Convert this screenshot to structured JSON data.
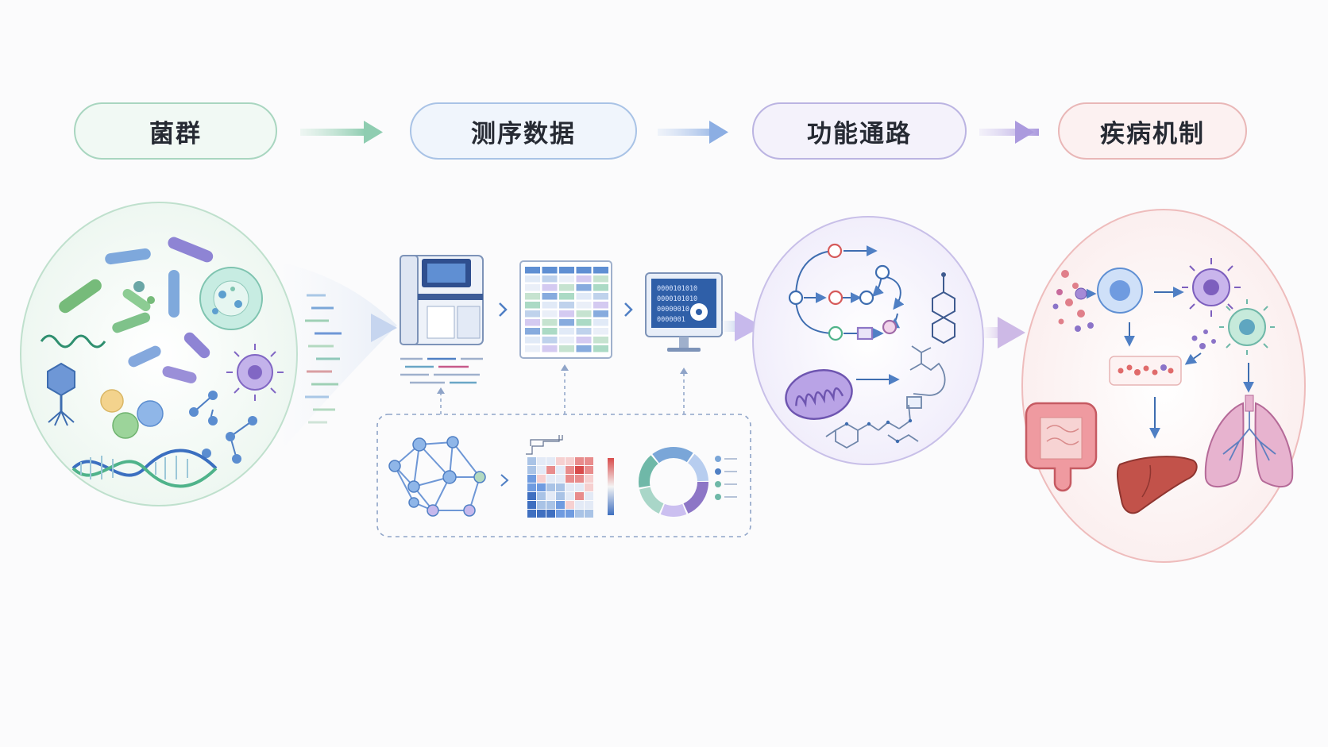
{
  "flow": {
    "stages": [
      {
        "id": "microbiota",
        "label": "菌群"
      },
      {
        "id": "sequencing-data",
        "label": "测序数据"
      },
      {
        "id": "functional-pathways",
        "label": "功能通路"
      },
      {
        "id": "disease-mechanism",
        "label": "疾病机制"
      }
    ]
  },
  "palette": {
    "green": "#7cbf98",
    "blue": "#4f7fc4",
    "purple": "#8d76c6",
    "red": "#d66a6a",
    "teal": "#6fb8a8"
  },
  "screen_text": {
    "binary_rows": [
      "0000101010",
      "0000101010",
      "00000010",
      "0000001"
    ]
  }
}
